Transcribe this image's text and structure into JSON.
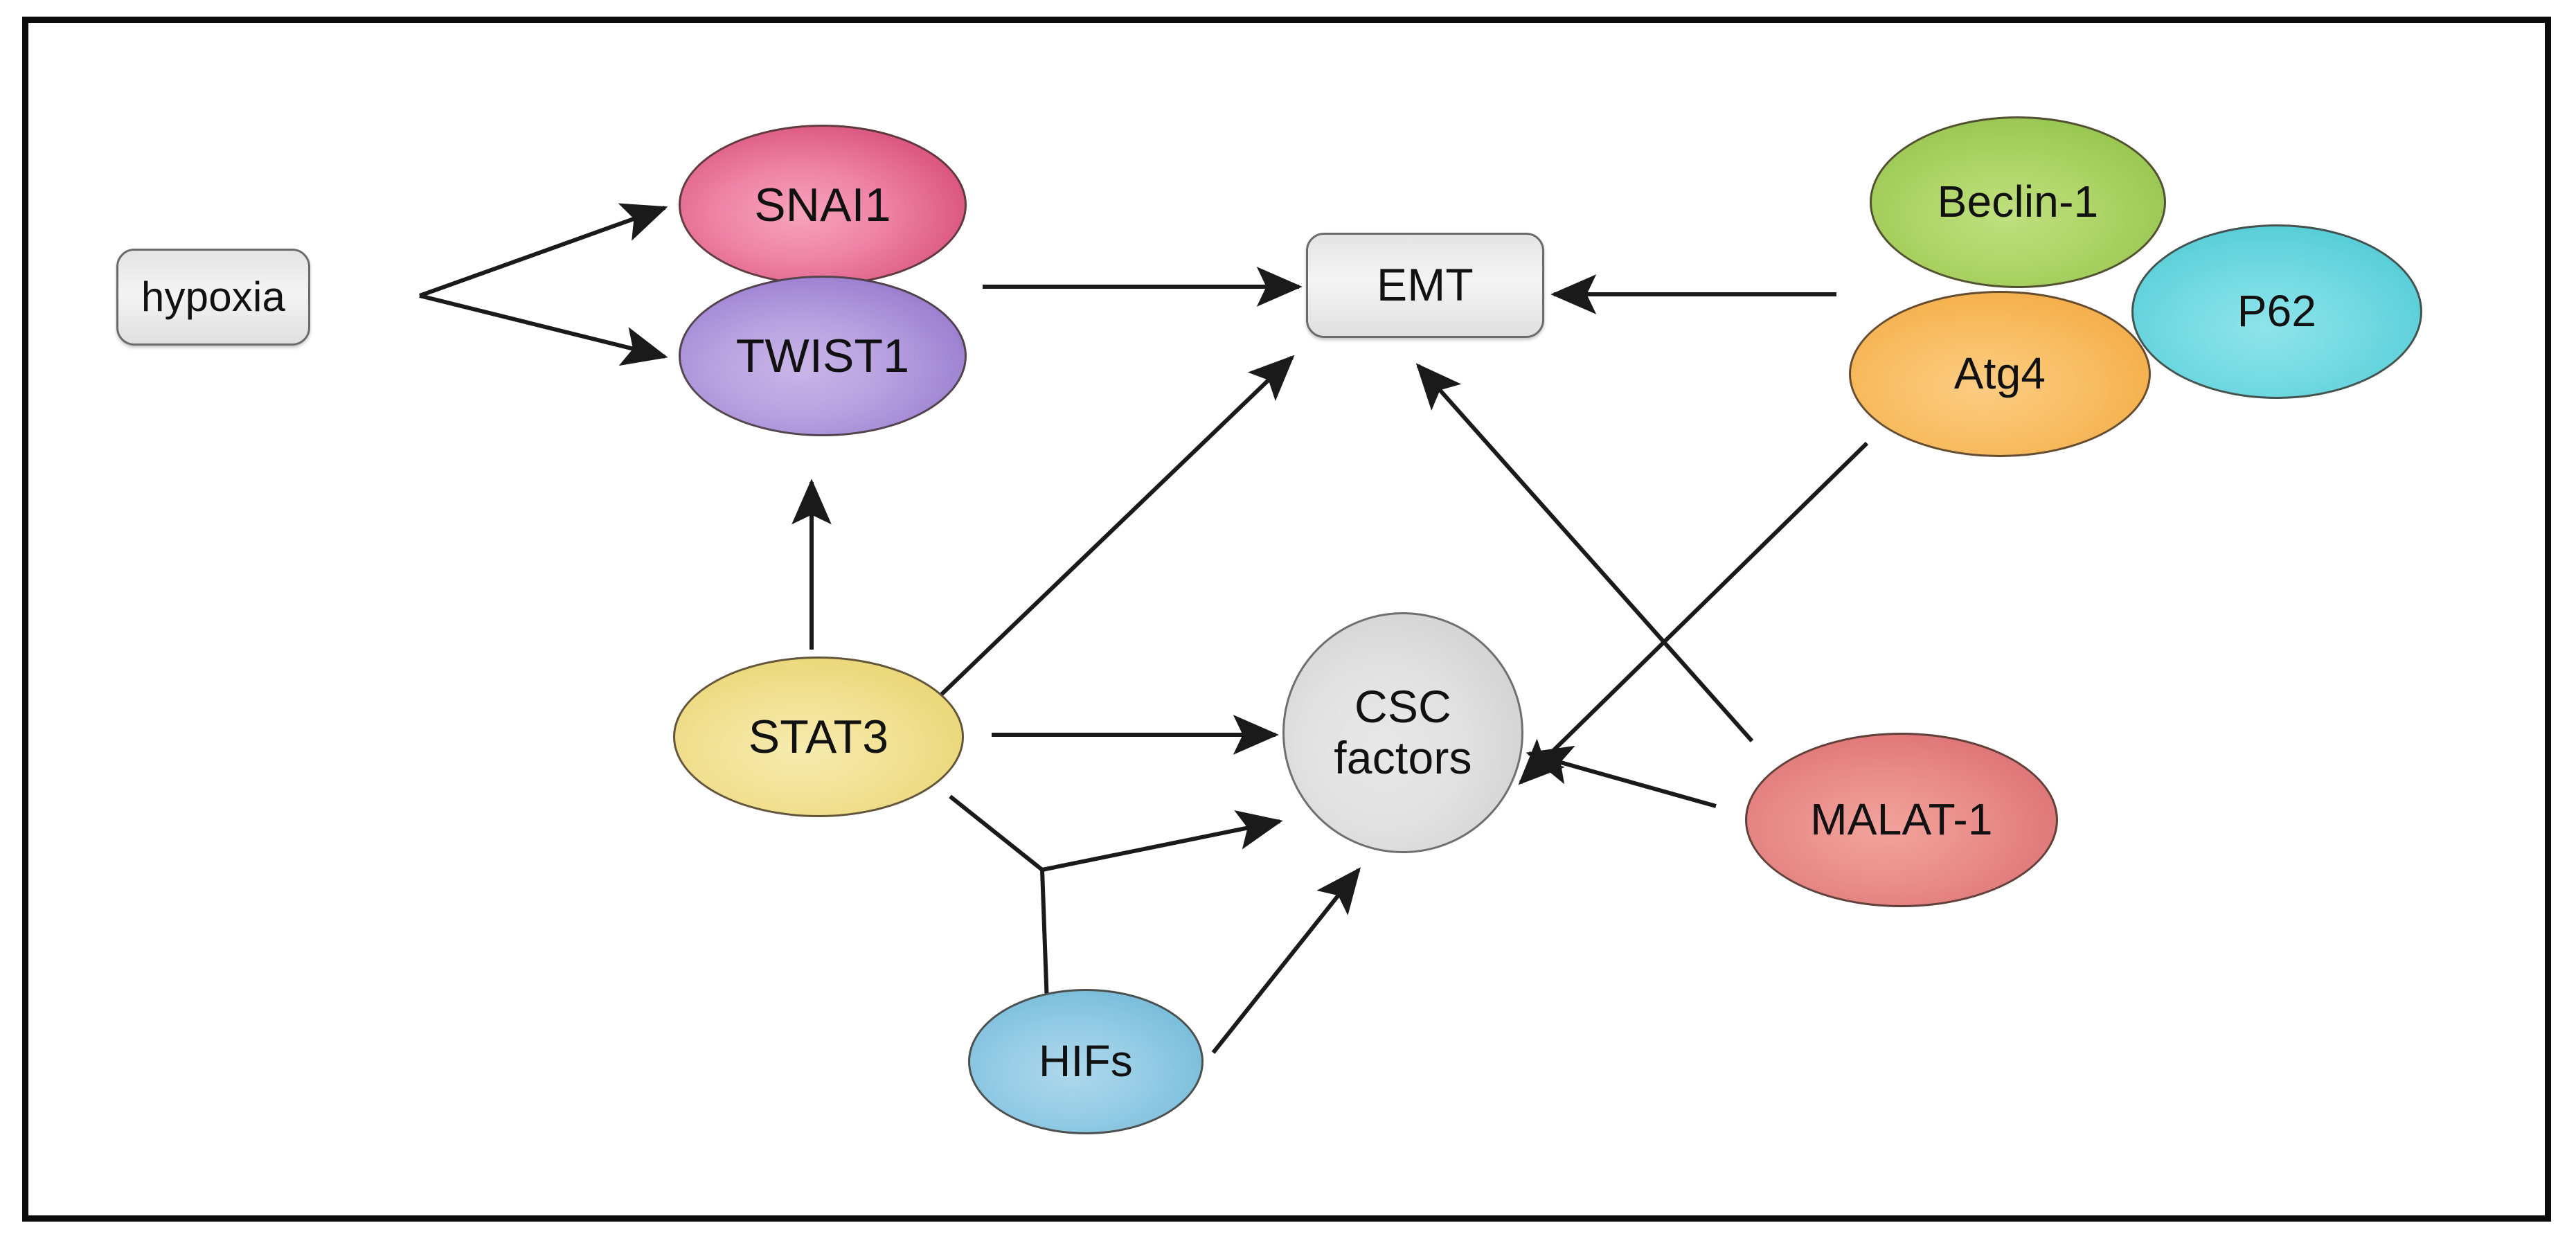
{
  "figure": {
    "title": "Hypoxia-driven EMT and cancer stem cell factor signalling map",
    "border_color": "#0c0c0c",
    "background": "#ffffff"
  },
  "nodes": [
    {
      "id": "hypoxia",
      "label": "hypoxia",
      "shape": "rounded-rect",
      "fill": "#e8e8e8",
      "stroke": "#6b6b6b"
    },
    {
      "id": "snai1",
      "label": "SNAI1",
      "shape": "ellipse",
      "fill": "#d9537d",
      "stroke": "#8a3352"
    },
    {
      "id": "twist1",
      "label": "TWIST1",
      "shape": "ellipse",
      "fill": "#9b7fd0",
      "stroke": "#5e4a85"
    },
    {
      "id": "emt",
      "label": "EMT",
      "shape": "rounded-rect",
      "fill": "#e8e8e8",
      "stroke": "#6b6b6b"
    },
    {
      "id": "beclin1",
      "label": "Beclin-1",
      "shape": "ellipse",
      "fill": "#96c44e",
      "stroke": "#5f7d31"
    },
    {
      "id": "p62",
      "label": "P62",
      "shape": "ellipse",
      "fill": "#55ccd6",
      "stroke": "#2f7f86"
    },
    {
      "id": "atg4",
      "label": "Atg4",
      "shape": "ellipse",
      "fill": "#f3ad48",
      "stroke": "#a8762c"
    },
    {
      "id": "stat3",
      "label": "STAT3",
      "shape": "ellipse",
      "fill": "#ead778",
      "stroke": "#8f8145"
    },
    {
      "id": "csc",
      "label": "CSC\nfactors",
      "shape": "circle",
      "fill": "#dcdcdc",
      "stroke": "#6f6f6f"
    },
    {
      "id": "malat1",
      "label": "MALAT-1",
      "shape": "ellipse",
      "fill": "#dd7376",
      "stroke": "#8d4446"
    },
    {
      "id": "hifs",
      "label": "HIFs",
      "shape": "ellipse",
      "fill": "#77bcd9",
      "stroke": "#3f7590"
    }
  ],
  "edges": [
    {
      "id": "hypoxia-snai1",
      "from": "hypoxia",
      "to": "snai1",
      "style": "arrow"
    },
    {
      "id": "hypoxia-twist1",
      "from": "hypoxia",
      "to": "twist1",
      "style": "arrow"
    },
    {
      "id": "twist1-emt",
      "from": "twist1",
      "to": "emt",
      "style": "arrow"
    },
    {
      "id": "stat3-twist1",
      "from": "stat3",
      "to": "twist1",
      "style": "arrow"
    },
    {
      "id": "stat3-emt",
      "from": "stat3",
      "to": "emt",
      "style": "arrow"
    },
    {
      "id": "stat3-csc",
      "from": "stat3",
      "to": "csc",
      "style": "arrow"
    },
    {
      "id": "stat3-hifs-csc",
      "from": "stat3 + HIFs",
      "to": "csc",
      "style": "merged-arrow"
    },
    {
      "id": "hifs-csc",
      "from": "hifs",
      "to": "csc",
      "style": "arrow"
    },
    {
      "id": "autophagy-emt",
      "from": "beclin1 / atg4",
      "to": "emt",
      "style": "arrow"
    },
    {
      "id": "atg4-csc",
      "from": "atg4",
      "to": "csc",
      "style": "arrow"
    },
    {
      "id": "malat1-emt",
      "from": "malat1",
      "to": "emt",
      "style": "arrow"
    },
    {
      "id": "malat1-csc",
      "from": "malat1",
      "to": "csc",
      "style": "arrow"
    }
  ],
  "colors": {
    "edge": "#1a1a1a",
    "border": "#0c0c0c",
    "text": "#111111"
  }
}
